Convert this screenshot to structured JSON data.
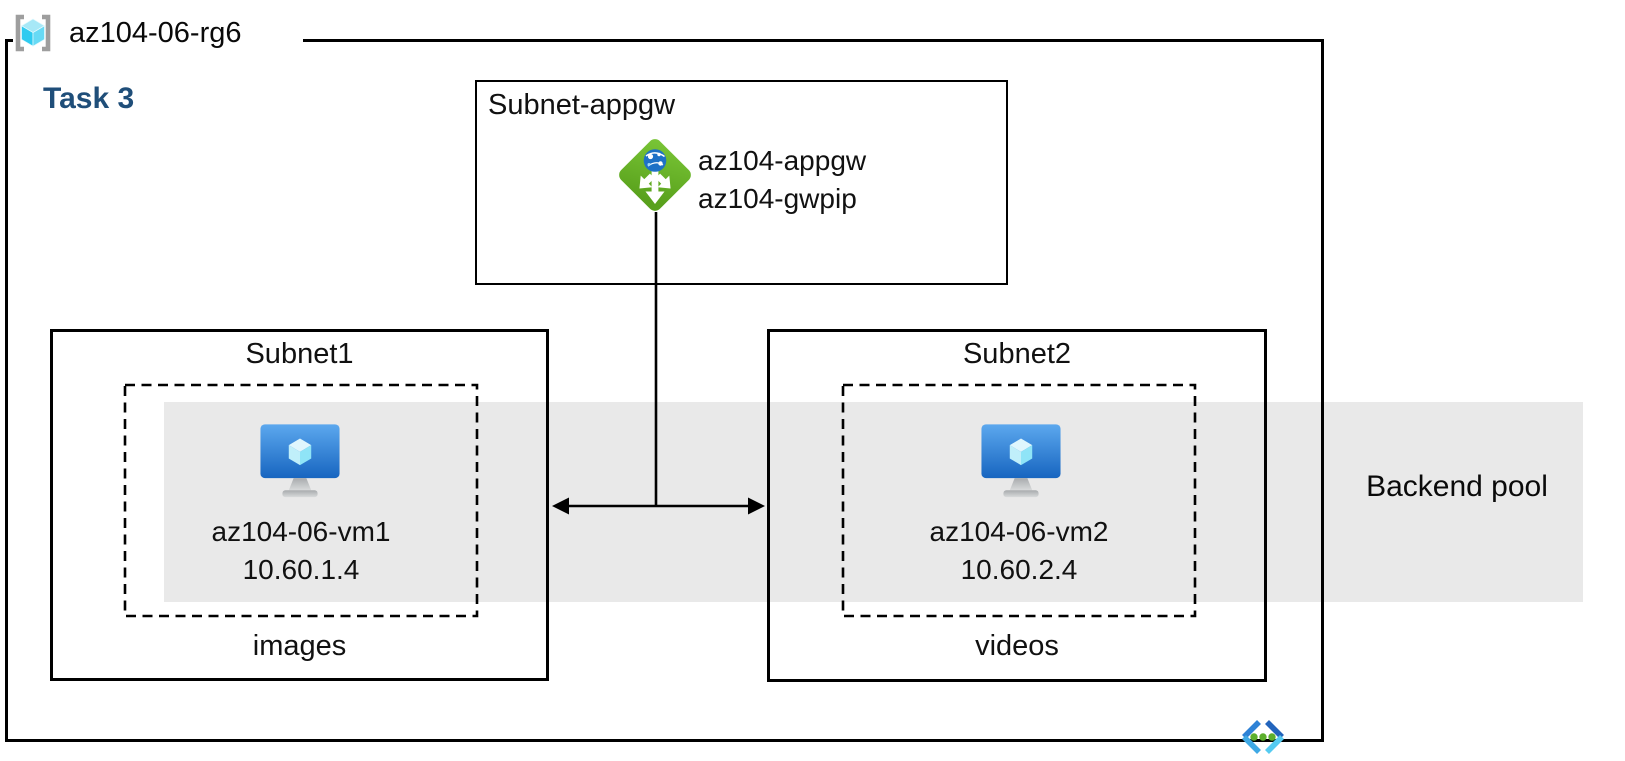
{
  "resource_group": {
    "name": "az104-06-rg6",
    "icon": "resource-group-icon"
  },
  "task": {
    "label": "Task 3"
  },
  "appgw_subnet": {
    "title": "Subnet-appgw",
    "gateway_name": "az104-appgw",
    "gateway_pip": "az104-gwpip",
    "icon": "application-gateway-icon"
  },
  "subnet1": {
    "title": "Subnet1",
    "vm": {
      "name": "az104-06-vm1",
      "ip": "10.60.1.4",
      "icon": "virtual-machine-icon"
    },
    "folder_label": "images"
  },
  "subnet2": {
    "title": "Subnet2",
    "vm": {
      "name": "az104-06-vm2",
      "ip": "10.60.2.4",
      "icon": "virtual-machine-icon"
    },
    "folder_label": "videos"
  },
  "backend_pool": {
    "label": "Backend pool",
    "band_color": "#E9E9E9"
  },
  "vnet": {
    "icon": "virtual-network-icon"
  },
  "colors": {
    "task_text": "#1F4E79",
    "backend_band": "#E9E9E9",
    "appgw_green": "#6CB52C",
    "vm_screen_blue": "#2A7DE1",
    "vnet_chevron_blue": "#2E82D6",
    "vnet_dot_green": "#5CAF2C",
    "rg_cube_cyan": "#30CCF0",
    "rg_bracket_gray": "#9E9E9E",
    "line_color": "#000000"
  }
}
